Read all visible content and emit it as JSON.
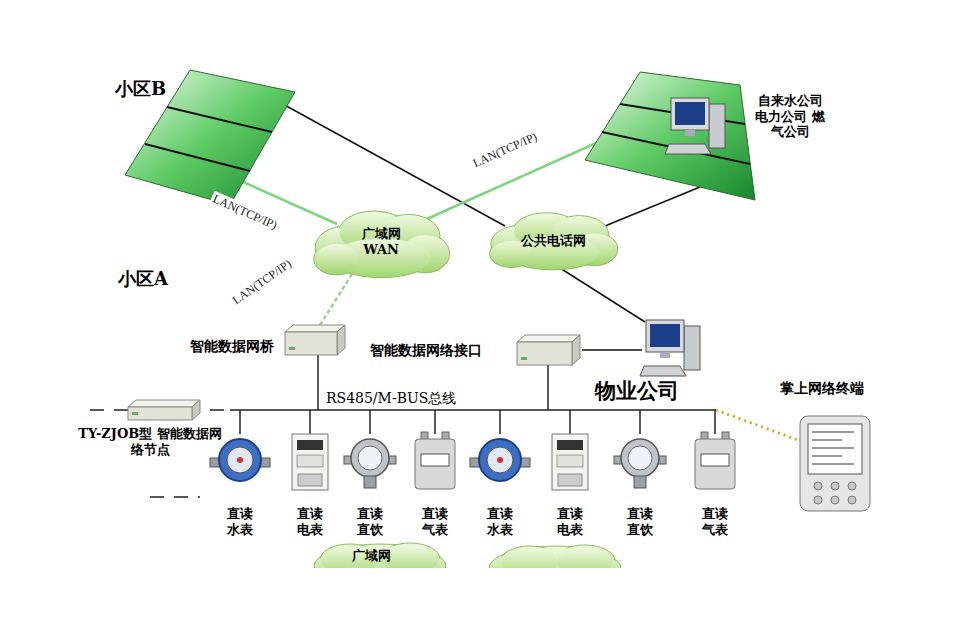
{
  "diagram": {
    "nodes": [
      {
        "text": [
          "小区B"
        ]
      },
      {
        "text": [
          "自来水公司 电力公司 燃气公司"
        ]
      },
      {
        "text": [
          "广域网 WAN"
        ]
      },
      {
        "text": [
          "公共电话网"
        ]
      },
      {
        "text": [
          "智能数据网桥"
        ]
      },
      {
        "text": [
          "智能数据网络接口"
        ]
      },
      {
        "text": [
          "物业公司"
        ]
      },
      {
        "text": [
          "TY-ZJOB型 智能数据网络节点"
        ]
      },
      {
        "text": [
          "掌上网络终端"
        ]
      },
      {
        "text": [
          "直读 水表"
        ]
      },
      {
        "text": [
          "直读 电表"
        ]
      },
      {
        "text": [
          "直读 直饮"
        ]
      },
      {
        "text": [
          "直读 气表"
        ]
      },
      {
        "text": [
          "直读 水表"
        ]
      },
      {
        "text": [
          "直读 电表"
        ]
      },
      {
        "text": [
          "直读 直饮"
        ]
      },
      {
        "text": [
          "直读 气表"
        ]
      }
    ],
    "edges": [
      {
        "from": 0,
        "to": 2,
        "arrow": "none",
        "label": "LAN(TCP/IP)"
      },
      {
        "from": 0,
        "to": 3,
        "arrow": "none"
      },
      {
        "from": 2,
        "to": 1,
        "arrow": "none",
        "label": "LAN(TCP/IP)"
      },
      {
        "from": 3,
        "to": 1,
        "arrow": "none"
      },
      {
        "from": 4,
        "to": 2,
        "arrow": "none",
        "label": "LAN(TCP/IP)"
      },
      {
        "from": 3,
        "to": 6,
        "arrow": "none"
      },
      {
        "from": 5,
        "to": 6,
        "arrow": "none"
      }
    ],
    "labels": [
      "小区A",
      "RS485/M-BUS总线",
      "广域网"
    ]
  }
}
